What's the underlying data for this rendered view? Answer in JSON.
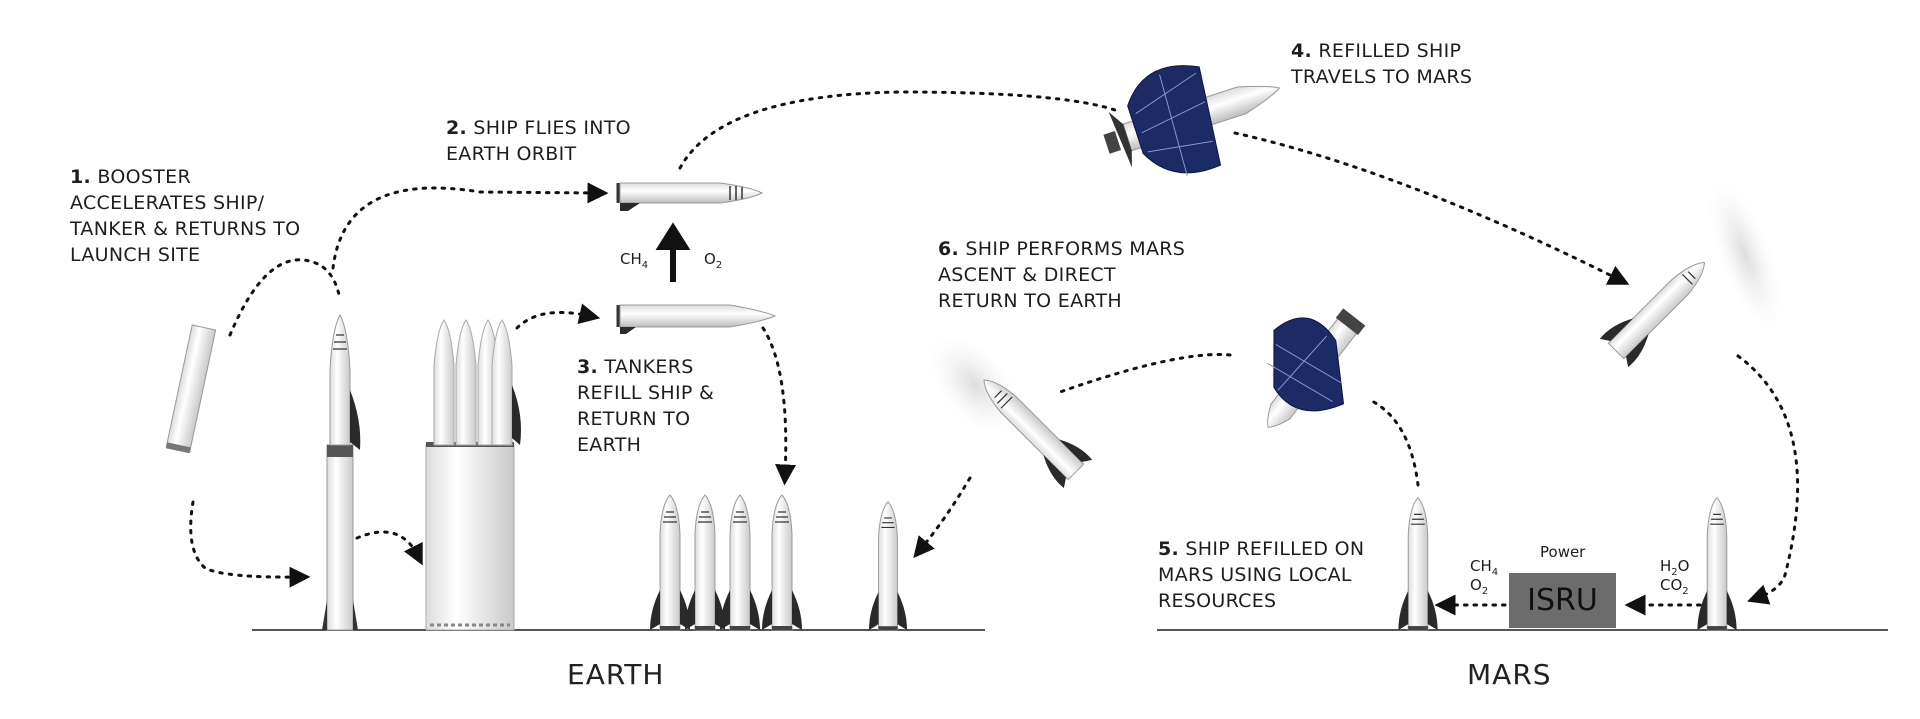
{
  "steps": [
    {
      "num": "1.",
      "lines": [
        "BOOSTER",
        "ACCELERATES SHIP/",
        "TANKER & RETURNS TO",
        "LAUNCH SITE"
      ]
    },
    {
      "num": "2.",
      "lines": [
        "SHIP FLIES INTO",
        "EARTH ORBIT"
      ]
    },
    {
      "num": "3.",
      "lines": [
        "TANKERS",
        "REFILL SHIP &",
        "RETURN TO",
        "EARTH"
      ]
    },
    {
      "num": "4.",
      "lines": [
        "REFILLED SHIP",
        "TRAVELS TO MARS"
      ]
    },
    {
      "num": "5.",
      "lines": [
        "SHIP REFILLED ON",
        "MARS USING LOCAL",
        "RESOURCES"
      ]
    },
    {
      "num": "6.",
      "lines": [
        "SHIP PERFORMS MARS",
        "ASCENT & DIRECT",
        "RETURN TO EARTH"
      ]
    }
  ],
  "propellants": {
    "ch4": {
      "base": "CH",
      "sub": "4"
    },
    "o2": {
      "base": "O",
      "sub": "2"
    },
    "h2o": {
      "base": "H",
      "sub": "2",
      "tail": "O"
    },
    "co2": {
      "base": "CO",
      "sub": "2"
    }
  },
  "isru": {
    "label": "ISRU",
    "power_label": "Power",
    "box_color": "#6c6c6c"
  },
  "planets": {
    "earth": "EARTH",
    "mars": "MARS"
  },
  "colors": {
    "ground": "#555555",
    "hull": "#f2f2f2",
    "fin": "#2a2a2a",
    "panel": "#1c2a66",
    "arrow": "#111111"
  }
}
